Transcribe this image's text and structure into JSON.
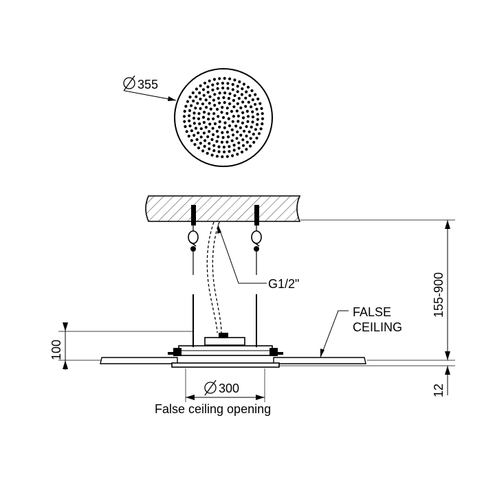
{
  "labels": {
    "head_diameter": "355",
    "inlet_thread": "G1/2\"",
    "false_ceiling_line1": "FALSE",
    "false_ceiling_line2": "CEILING",
    "suspension_range": "155-900",
    "body_height": "100",
    "ceiling_thickness": "12",
    "opening_diameter": "300",
    "opening_caption": "False ceiling opening"
  },
  "symbols": {
    "diameter": "diameter-symbol"
  }
}
